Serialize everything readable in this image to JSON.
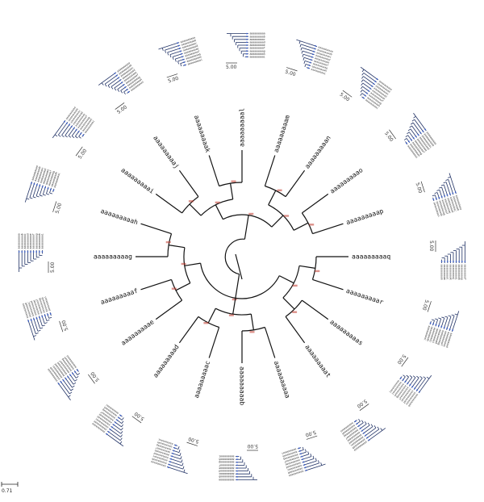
{
  "figure": {
    "main_tree": {
      "leaves": [
        "aaaaaaaaaq",
        "aaaaaaaaar",
        "aaaaaaaaas",
        "aaaaaaaaat",
        "aaaaaaaaaa",
        "aaaaaaaaab",
        "aaaaaaaaac",
        "aaaaaaaaad",
        "aaaaaaaaae",
        "aaaaaaaaaf",
        "aaaaaaaaag",
        "aaaaaaaaah",
        "aaaaaaaaai",
        "aaaaaaaaaj",
        "aaaaaaaaak",
        "aaaaaaaaal",
        "aaaaaaaaam",
        "aaaaaaaaan",
        "aaaaaaaaao",
        "aaaaaaaaap"
      ]
    },
    "insets": [
      {
        "scale_label": "5.00",
        "leaves": [
          "aaaaaaaaaf",
          "aaaaaaaaag",
          "aaaaaaaaah",
          "aaaaaaaaai",
          "aaaaaaaaaj",
          "aaaaaaaaak",
          "aaaaaaaaal",
          "aaaaaaaaam",
          "aaaaaaaaan"
        ]
      },
      {
        "scale_label": "5.00",
        "leaves": [
          "aaaaaaaaad",
          "aaaaaaaaae",
          "aaaaaaaaaf",
          "aaaaaaaaag",
          "aaaaaaaaah",
          "aaaaaaaaai",
          "aaaaaaaaaj",
          "aaaaaaaaak",
          "aaaaaaaaal"
        ]
      },
      {
        "scale_label": "5.00",
        "leaves": [
          "aaaaaaaaab",
          "aaaaaaaaac",
          "aaaaaaaaad",
          "aaaaaaaaae",
          "aaaaaaaaaf",
          "aaaaaaaaag",
          "aaaaaaaaah",
          "aaaaaaaaai",
          "aaaaaaaaaj"
        ]
      },
      {
        "scale_label": "5.00",
        "leaves": [
          "aaaaaaaaaa",
          "aaaaaaaaab",
          "aaaaaaaaac",
          "aaaaaaaaad",
          "aaaaaaaaae",
          "aaaaaaaaaf",
          "aaaaaaaaag",
          "aaaaaaaaah",
          "aaaaaaaaai"
        ]
      },
      {
        "scale_label": "5.00",
        "leaves": [
          "aaaaaaaaaa",
          "aaaaaaaaab",
          "aaaaaaaaac",
          "aaaaaaaaad",
          "aaaaaaaaae",
          "aaaaaaaaaf",
          "aaaaaaaaag",
          "aaaaaaaaah",
          "aaaaaaaaai"
        ]
      },
      {
        "scale_label": "5.00",
        "leaves": [
          "aaaaaaaaaa",
          "aaaaaaaaab",
          "aaaaaaaaac",
          "aaaaaaaaad",
          "aaaaaaaaae",
          "aaaaaaaaaf",
          "aaaaaaaaag",
          "aaaaaaaaah",
          "aaaaaaaaai"
        ]
      },
      {
        "scale_label": "5.00",
        "leaves": [
          "aaaaaaaaaa",
          "aaaaaaaaab",
          "aaaaaaaaac",
          "aaaaaaaaad",
          "aaaaaaaaae",
          "aaaaaaaaaf",
          "aaaaaaaaag",
          "aaaaaaaaah",
          "aaaaaaaaai"
        ]
      },
      {
        "scale_label": "5.00",
        "leaves": [
          "aaaaaaaaaa",
          "aaaaaaaaab",
          "aaaaaaaaac",
          "aaaaaaaaad",
          "aaaaaaaaae",
          "aaaaaaaaaf",
          "aaaaaaaaag",
          "aaaaaaaaah",
          "aaaaaaaaai"
        ]
      },
      {
        "scale_label": "5.00",
        "leaves": [
          "aaaaaaaaaa",
          "aaaaaaaaab",
          "aaaaaaaaac",
          "aaaaaaaaad",
          "aaaaaaaaae",
          "aaaaaaaaaf",
          "aaaaaaaaag",
          "aaaaaaaaah",
          "aaaaaaaaai"
        ]
      },
      {
        "scale_label": "5.00",
        "leaves": [
          "aaaaaaaaaa",
          "aaaaaaaaab",
          "aaaaaaaaac",
          "aaaaaaaaad",
          "aaaaaaaaae",
          "aaaaaaaaaf",
          "aaaaaaaaag",
          "aaaaaaaaah",
          "aaaaaaaaai"
        ]
      },
      {
        "scale_label": "5.00",
        "leaves": [
          "aaaaaaaaaa",
          "aaaaaaaaab",
          "aaaaaaaaac",
          "aaaaaaaaad",
          "aaaaaaaaae",
          "aaaaaaaaaf",
          "aaaaaaaaag",
          "aaaaaaaaah",
          "aaaaaaaaai"
        ]
      },
      {
        "scale_label": "5.00",
        "leaves": [
          "aaaaaaaaaa",
          "aaaaaaaaab",
          "aaaaaaaaac",
          "aaaaaaaaad",
          "aaaaaaaaae",
          "aaaaaaaaaf",
          "aaaaaaaaag",
          "aaaaaaaaah",
          "aaaaaaaaai"
        ]
      },
      {
        "scale_label": "5.00",
        "leaves": [
          "aaaaaaaaaa",
          "aaaaaaaaab",
          "aaaaaaaaac",
          "aaaaaaaaad",
          "aaaaaaaaae",
          "aaaaaaaaaf",
          "aaaaaaaaag",
          "aaaaaaaaah",
          "aaaaaaaaai"
        ]
      },
      {
        "scale_label": "5.00",
        "leaves": [
          "aaaaaaaaaa",
          "aaaaaaaaab",
          "aaaaaaaaac",
          "aaaaaaaaad",
          "aaaaaaaaae",
          "aaaaaaaaaf",
          "aaaaaaaaag",
          "aaaaaaaaah",
          "aaaaaaaaai"
        ]
      },
      {
        "scale_label": "5.00",
        "leaves": [
          "aaaaaaaaaa",
          "aaaaaaaaab",
          "aaaaaaaaac",
          "aaaaaaaaad",
          "aaaaaaaaae",
          "aaaaaaaaaf",
          "aaaaaaaaag",
          "aaaaaaaaah",
          "aaaaaaaaai"
        ]
      },
      {
        "scale_label": "5.00",
        "leaves": [
          "aaaaaaaaaa",
          "aaaaaaaaab",
          "aaaaaaaaac",
          "aaaaaaaaad",
          "aaaaaaaaae",
          "aaaaaaaaaf",
          "aaaaaaaaag",
          "aaaaaaaaah",
          "aaaaaaaaai"
        ]
      },
      {
        "scale_label": "5.00",
        "leaves": [
          "aaaaaaaaaa",
          "aaaaaaaaab",
          "aaaaaaaaac",
          "aaaaaaaaad",
          "aaaaaaaaae",
          "aaaaaaaaaf",
          "aaaaaaaaag",
          "aaaaaaaaah",
          "aaaaaaaaai"
        ]
      },
      {
        "scale_label": "5.00",
        "leaves": [
          "aaaaaaaaaa",
          "aaaaaaaaab",
          "aaaaaaaaac",
          "aaaaaaaaad",
          "aaaaaaaaae",
          "aaaaaaaaaf",
          "aaaaaaaaag",
          "aaaaaaaaah",
          "aaaaaaaaai"
        ]
      },
      {
        "scale_label": "5.00",
        "leaves": [
          "aaaaaaaaaa",
          "aaaaaaaaab",
          "aaaaaaaaac",
          "aaaaaaaaad",
          "aaaaaaaaae",
          "aaaaaaaaaf",
          "aaaaaaaaag",
          "aaaaaaaaah",
          "aaaaaaaaai"
        ]
      },
      {
        "scale_label": "5.00",
        "leaves": [
          "aaaaaaaaaa",
          "aaaaaaaaab",
          "aaaaaaaaac",
          "aaaaaaaaad",
          "aaaaaaaaae",
          "aaaaaaaaaf",
          "aaaaaaaaag",
          "aaaaaaaaah",
          "aaaaaaaaai"
        ]
      }
    ],
    "scale_bar": {
      "label": "0.71"
    },
    "colors": {
      "branch": "#111111",
      "support_value": "#c0392b",
      "inset_node": "#3a5fcd",
      "inset_branch": "#223366"
    }
  }
}
